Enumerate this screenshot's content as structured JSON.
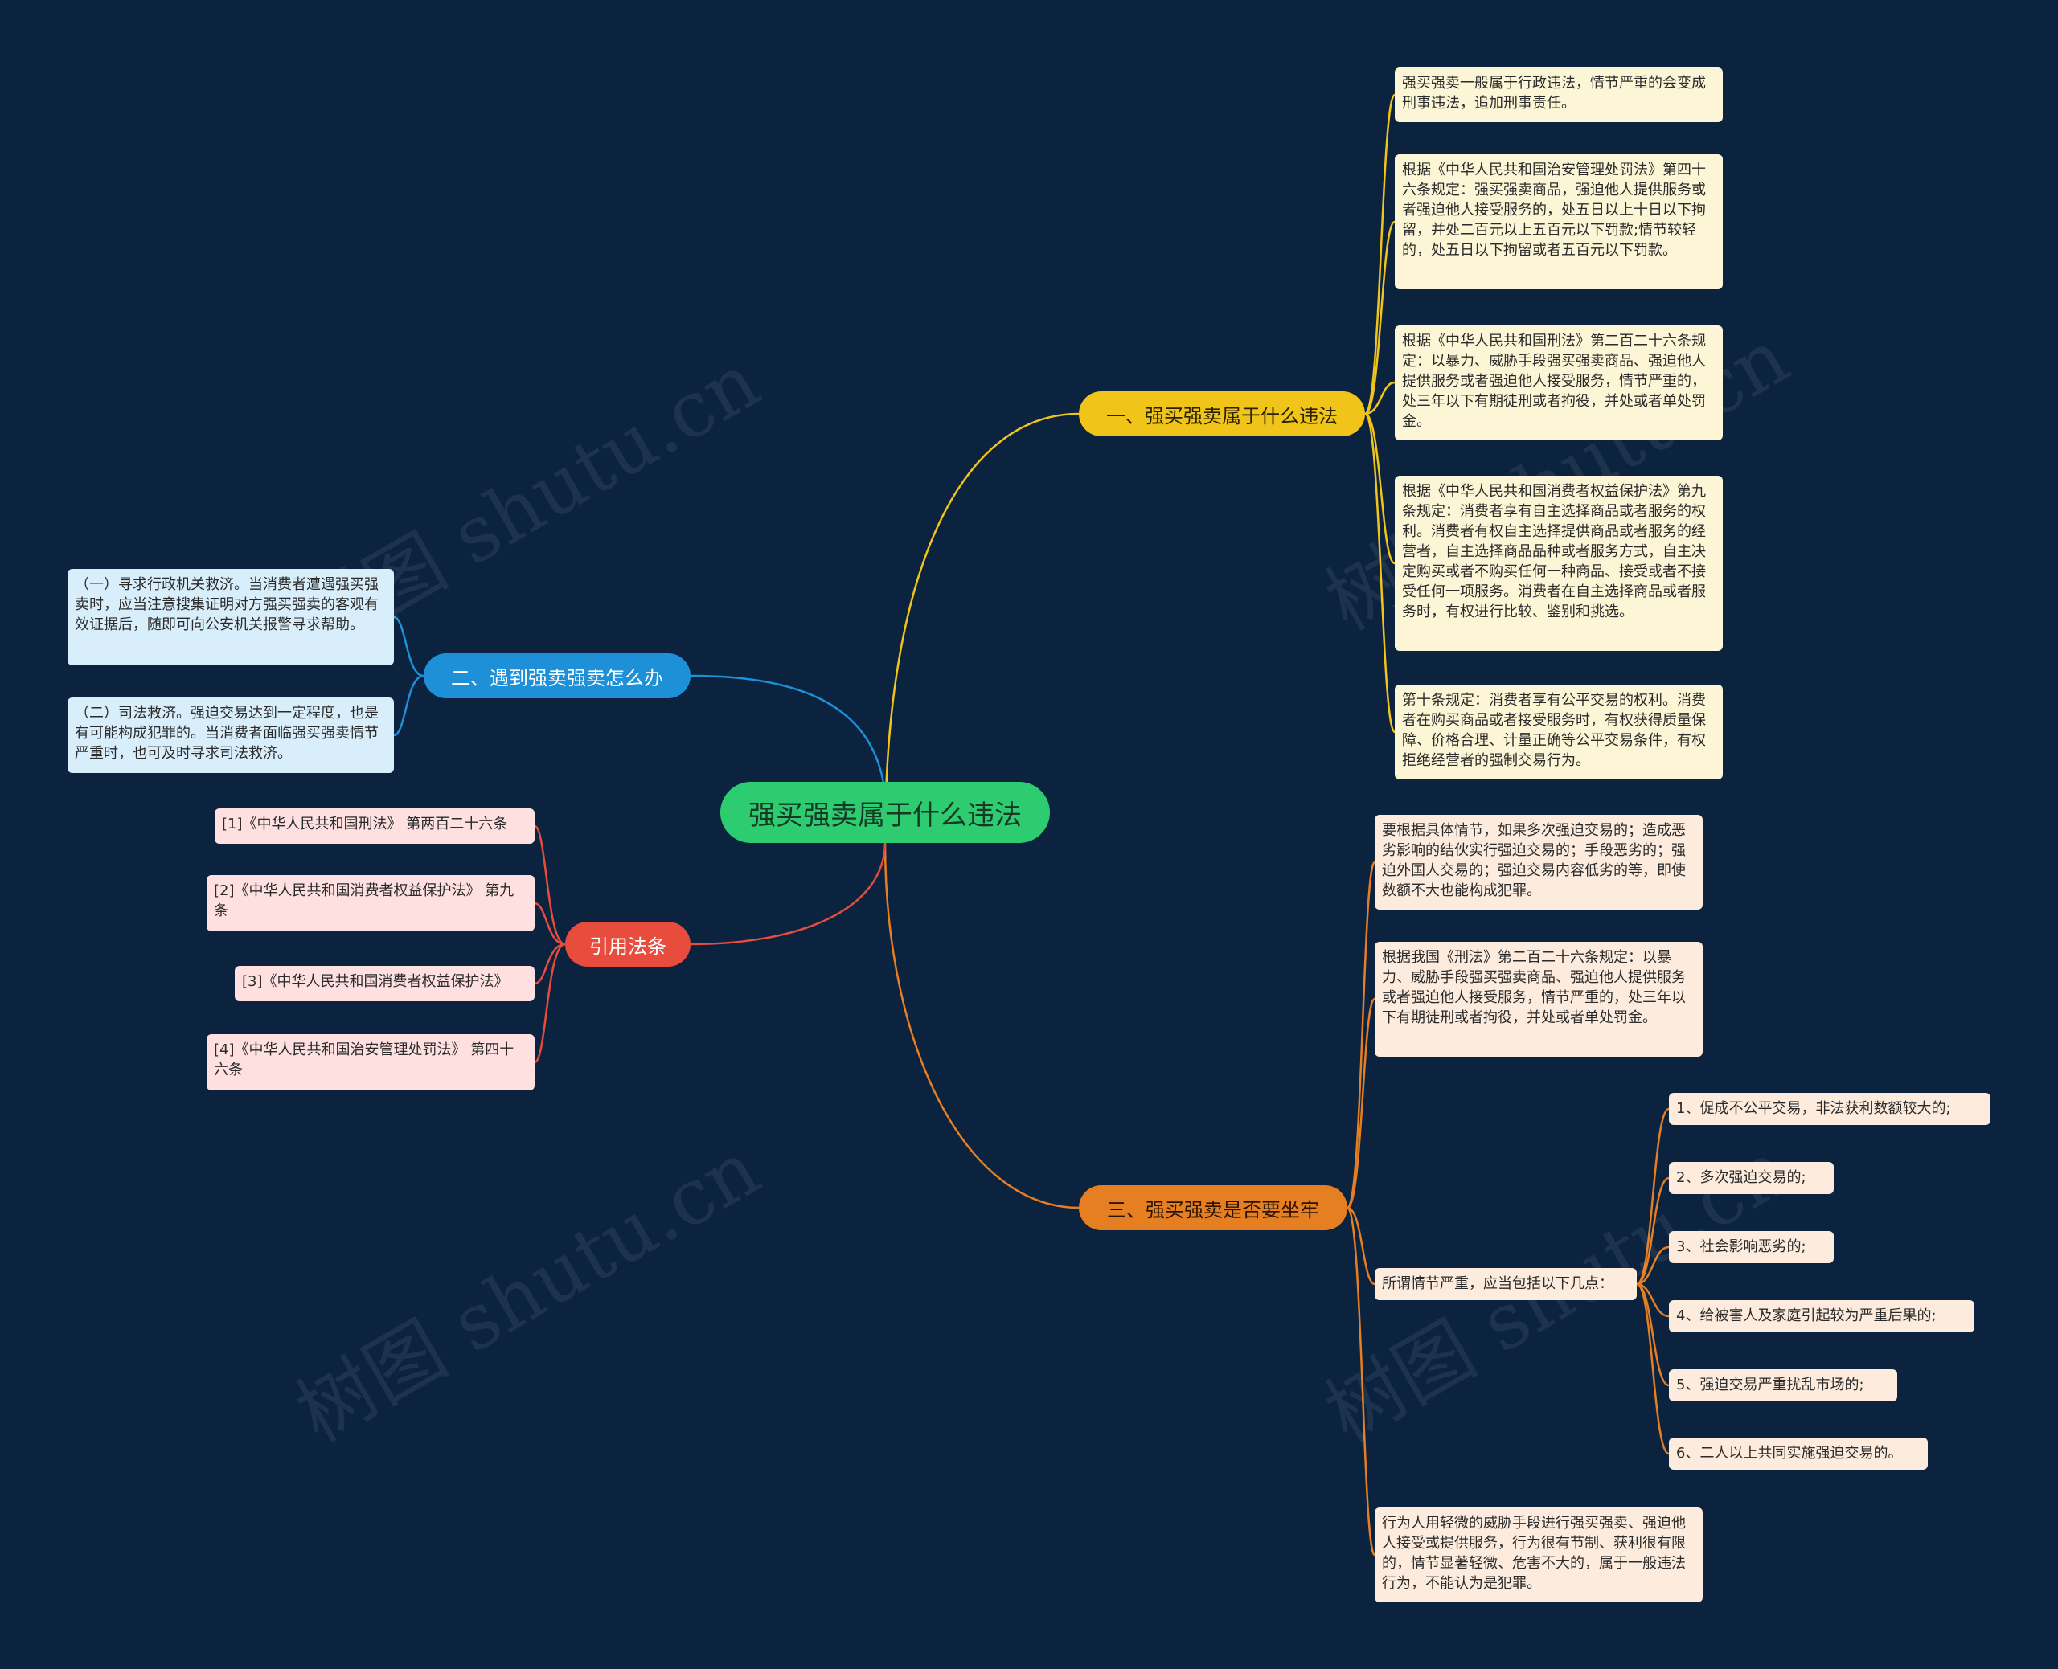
{
  "root": {
    "label": "强买强卖属于什么违法"
  },
  "watermark": "树图 shutu.cn",
  "branches": {
    "b1": {
      "label": "一、强买强卖属于什么违法",
      "color": "#f0c419",
      "children": [
        "强买强卖一般属于行政违法，情节严重的会变成刑事违法，追加刑事责任。",
        "根据《中华人民共和国治安管理处罚法》第四十六条规定：强买强卖商品，强迫他人提供服务或者强迫他人接受服务的，处五日以上十日以下拘留，并处二百元以上五百元以下罚款;情节较轻的，处五日以下拘留或者五百元以下罚款。",
        "根据《中华人民共和国刑法》第二百二十六条规定：以暴力、威胁手段强买强卖商品、强迫他人提供服务或者强迫他人接受服务，情节严重的，处三年以下有期徒刑或者拘役，并处或者单处罚金。",
        "根据《中华人民共和国消费者权益保护法》第九条规定：消费者享有自主选择商品或者服务的权利。消费者有权自主选择提供商品或者服务的经营者，自主选择商品品种或者服务方式，自主决定购买或者不购买任何一种商品、接受或者不接受任何一项服务。消费者在自主选择商品或者服务时，有权进行比较、鉴别和挑选。",
        "第十条规定：消费者享有公平交易的权利。消费者在购买商品或者接受服务时，有权获得质量保障、价格合理、计量正确等公平交易条件，有权拒绝经营者的强制交易行为。"
      ]
    },
    "b2": {
      "label": "二、遇到强卖强卖怎么办",
      "color": "#1e90d8",
      "children": [
        "（一）寻求行政机关救济。当消费者遭遇强买强卖时，应当注意搜集证明对方强买强卖的客观有效证据后，随即可向公安机关报警寻求帮助。",
        "（二）司法救济。强迫交易达到一定程度，也是有可能构成犯罪的。当消费者面临强买强卖情节严重时，也可及时寻求司法救济。"
      ]
    },
    "b3": {
      "label": "引用法条",
      "color": "#e74c3c",
      "children": [
        "[1]《中华人民共和国刑法》 第两百二十六条",
        "[2]《中华人民共和国消费者权益保护法》 第九条",
        "[3]《中华人民共和国消费者权益保护法》",
        "[4]《中华人民共和国治安管理处罚法》 第四十六条"
      ]
    },
    "b4": {
      "label": "三、强买强卖是否要坐牢",
      "color": "#e67e22",
      "children": [
        "要根据具体情节，如果多次强迫交易的；造成恶劣影响的结伙实行强迫交易的；手段恶劣的；强迫外国人交易的；强迫交易内容低劣的等，即使数额不大也能构成犯罪。",
        "根据我国《刑法》第二百二十六条规定：以暴力、威胁手段强买强卖商品、强迫他人提供服务或者强迫他人接受服务，情节严重的，处三年以下有期徒刑或者拘役，并处或者单处罚金。",
        "所谓情节严重，应当包括以下几点：",
        "行为人用轻微的威胁手段进行强买强卖、强迫他人接受或提供服务，行为很有节制、获利很有限的，情节显著轻微、危害不大的，属于一般违法行为，不能认为是犯罪。"
      ],
      "sub": [
        "1、促成不公平交易，非法获利数额较大的;",
        "2、多次强迫交易的;",
        "3、社会影响恶劣的;",
        "4、给被害人及家庭引起较为严重后果的;",
        "5、强迫交易严重扰乱市场的;",
        "6、二人以上共同实施强迫交易的。"
      ]
    }
  }
}
